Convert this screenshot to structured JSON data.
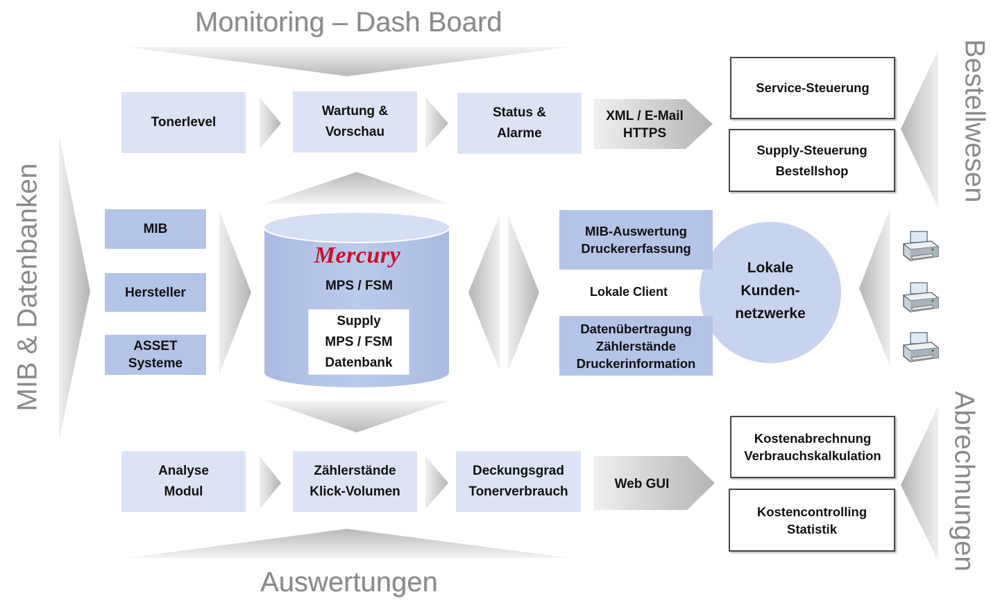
{
  "titles": {
    "top": "Monitoring – Dash Board",
    "bottom": "Auswertungen",
    "left": "MIB & Datenbanken",
    "right_top": "Bestellwesen",
    "right_bottom": "Abrechnungen"
  },
  "top_row": {
    "tonerlevel": "Tonerlevel",
    "wartung": "Wartung &\nVorschau",
    "status": "Status &\nAlarme",
    "xml": "XML / E-Mail\nHTTPS"
  },
  "left_sources": {
    "mib": "MIB",
    "hersteller": "Hersteller",
    "asset": "ASSET\nSysteme"
  },
  "database": {
    "logo": "Mercury",
    "product": "MPS / FSM",
    "inner": "Supply\nMPS / FSM\nDatenbank"
  },
  "client": {
    "mib_auswertung": "MIB-Auswertung\nDruckererfassung",
    "lokale_client": "Lokale Client",
    "datenuebertragung": "Datenübertragung\nZählerstände\nDruckerinformation",
    "netzwerke": "Lokale\nKunden-\nnetzwerke"
  },
  "bottom_row": {
    "analyse": "Analyse\nModul",
    "zaehler": "Zählerstände\nKlick-Volumen",
    "deckung": "Deckungsgrad\nTonerverbrauch",
    "webgui": "Web GUI"
  },
  "right_top_boxes": {
    "service": "Service-Steuerung",
    "supply": "Supply-Steuerung\nBestellshop"
  },
  "right_bottom_boxes": {
    "kosten": "Kostenabrechnung\nVerbrauchskalkulation",
    "controlling": "Kostencontrolling\nStatistik"
  },
  "icons": [
    "printer-icon",
    "printer-icon",
    "printer-icon"
  ],
  "colors": {
    "light_box": "#dce3f4",
    "mid_box": "#b4c4e6",
    "cylinder": "#b4c4e6",
    "circle": "#c8d4ee",
    "logo_red": "#c8102e"
  }
}
